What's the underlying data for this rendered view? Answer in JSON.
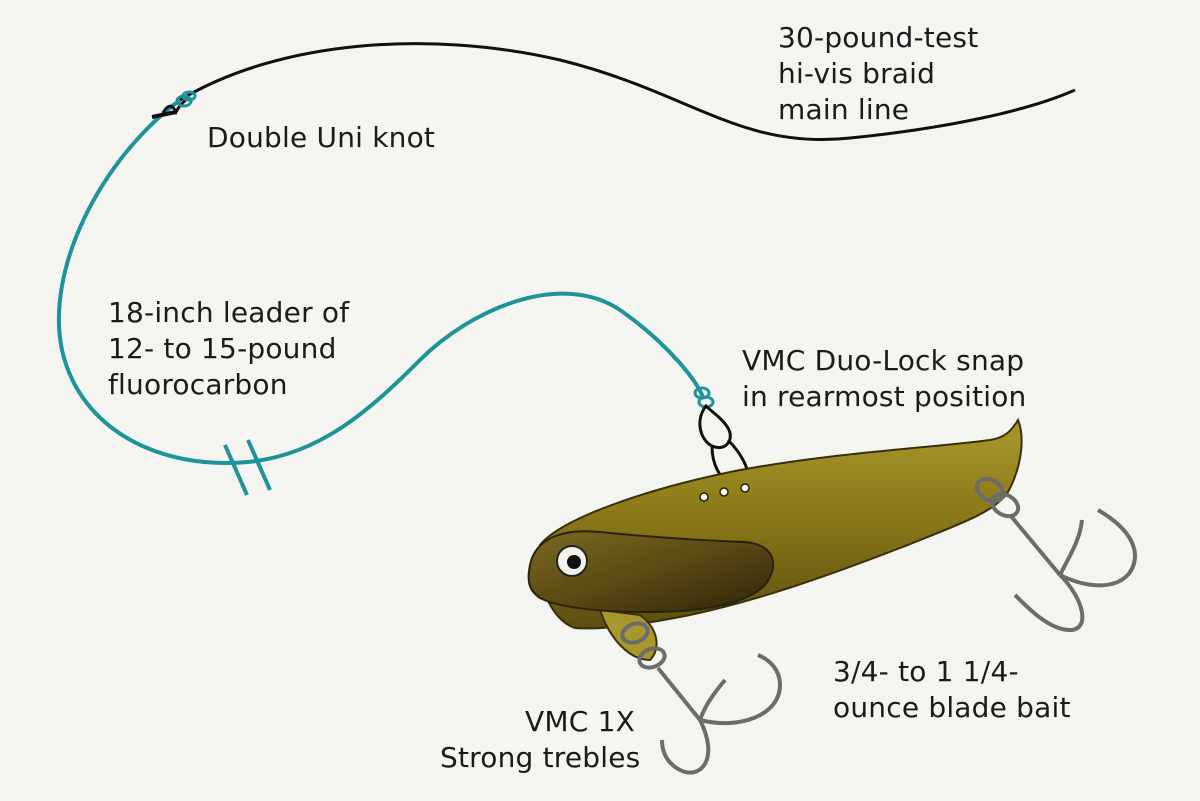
{
  "colors": {
    "background": "#f4f4f0",
    "main_line": "#111111",
    "leader": "#1d9499",
    "lure_body": "#8a7a18",
    "lure_dark": "#3a2f0c",
    "hook": "#6c6c6c",
    "text": "#1b1b1b"
  },
  "labels": {
    "main_line": [
      "30-pound-test",
      "hi-vis braid",
      "main line"
    ],
    "knot": [
      "Double Uni knot"
    ],
    "leader": [
      "18-inch leader of",
      "12- to 15-pound",
      "fluorocarbon"
    ],
    "snap": [
      "VMC Duo-Lock snap",
      "in rearmost position"
    ],
    "bait": [
      "3/4- to 1 1/4-",
      "ounce blade bait"
    ],
    "trebles": [
      "VMC 1X",
      "Strong trebles"
    ]
  },
  "icons": {
    "knot": "uni-knot-icon",
    "snap": "duo-lock-snap-icon",
    "lure": "blade-bait-icon",
    "rear_hook": "treble-hook-icon",
    "front_hook": "treble-hook-icon",
    "length_break": "break-marks-icon"
  }
}
